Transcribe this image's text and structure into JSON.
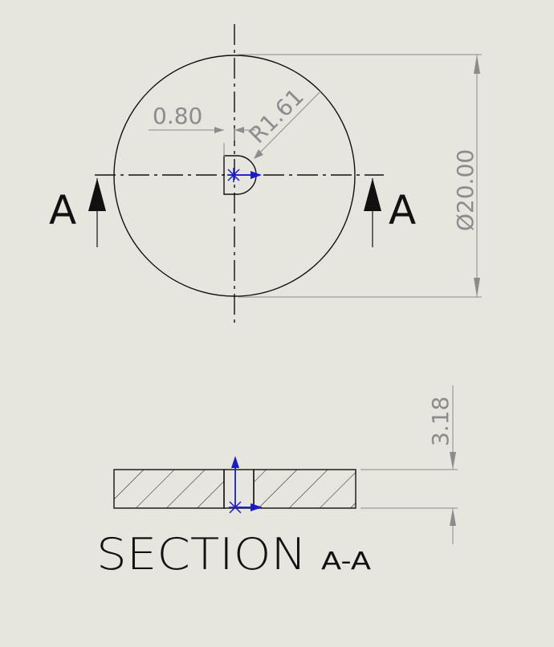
{
  "drawing": {
    "colors": {
      "background": "#e6e5de",
      "line": "#111111",
      "dimension": "#8c8c8c",
      "sketch_origin": "#1a1ad0"
    },
    "top_view": {
      "section_cut_label_left": "A",
      "section_cut_label_right": "A",
      "dim_offset": "0.80",
      "dim_radius": "R1.61",
      "dim_diameter": "Ø20.00"
    },
    "section_view": {
      "dim_thickness": "3.18",
      "title": "SECTION",
      "title_suffix": "A-A"
    }
  }
}
